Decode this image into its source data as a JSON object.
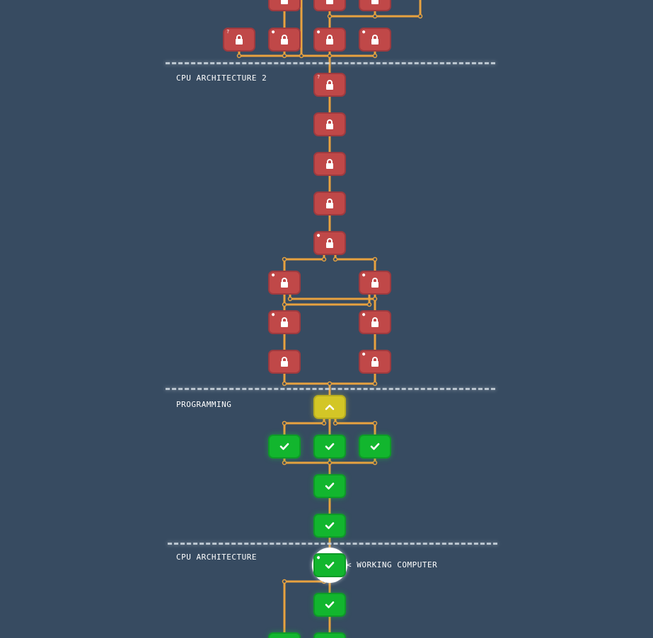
{
  "sections": {
    "cpu_architecture_2": "CPU ARCHITECTURE 2",
    "programming": "PROGRAMMING",
    "cpu_architecture": "CPU ARCHITECTURE"
  },
  "current_level": {
    "pointer_text": "< WORKING COMPUTER"
  },
  "icons": {
    "locked": "lock-icon",
    "completed": "check-icon",
    "available": "chevron-up-icon"
  },
  "colors": {
    "background": "#374b61",
    "locked": "#c04848",
    "completed": "#12b62e",
    "available": "#d3c626",
    "wire": "#e8a23f"
  },
  "markers": {
    "unknown": "?",
    "dot": "●"
  }
}
